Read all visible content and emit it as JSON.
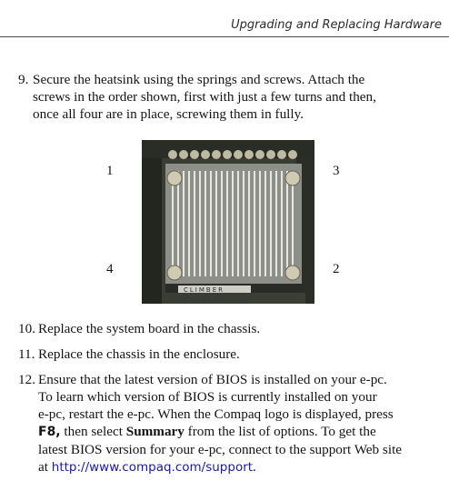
{
  "header": {
    "title": "Upgrading and Replacing Hardware"
  },
  "steps": {
    "s9": {
      "num": "9.",
      "lines": [
        "Secure the heatsink using the springs and screws. Attach the",
        "screws in the order shown, first with just a few turns and then,",
        "once all four are in place, screwing them in fully."
      ]
    },
    "s10": {
      "num": "10.",
      "text": "Replace the system board in the chassis."
    },
    "s11": {
      "num": "11.",
      "text": "Replace the chassis in the enclosure."
    },
    "s12": {
      "num": "12.",
      "line1": "Ensure that the latest version of BIOS is installed on your e-pc.",
      "line2": "To learn which version of BIOS is currently installed on your",
      "line3": "e-pc, restart the e-pc. When the Compaq logo is displayed, press",
      "key": "F8,",
      "line4_mid": " then select ",
      "summary": "Summary",
      "line4_end": " from the list of options. To get the",
      "line5": "latest BIOS version for your e-pc, connect to the support Web site",
      "line6_start": "at ",
      "url": "http://www.compaq.com/support",
      "line6_end": "."
    }
  },
  "figure": {
    "callouts": {
      "c1": "1",
      "c2": "2",
      "c3": "3",
      "c4": "4"
    },
    "board_label": "CLIMBER"
  }
}
